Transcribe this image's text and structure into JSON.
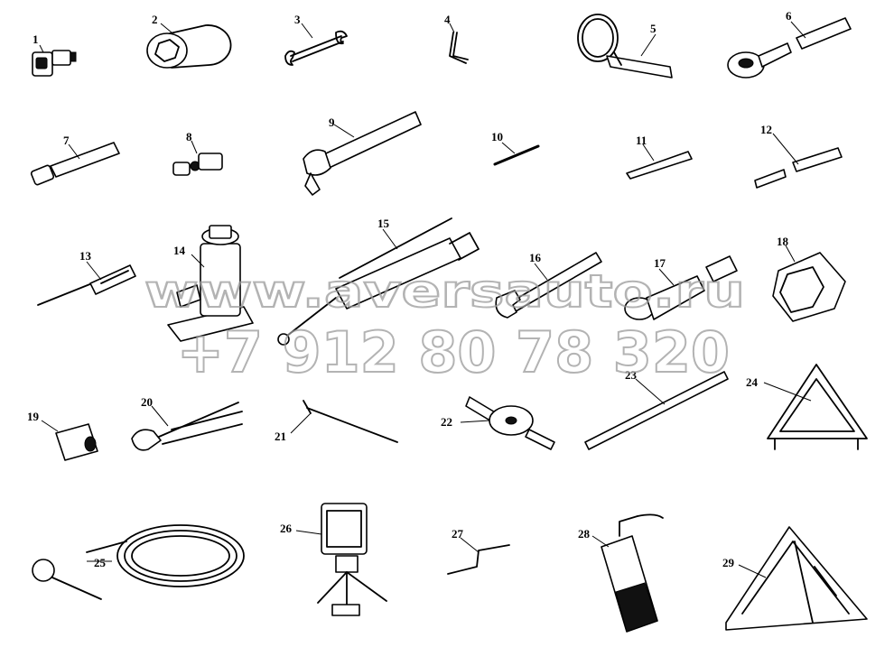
{
  "parts": [
    {
      "number": "1"
    },
    {
      "number": "2"
    },
    {
      "number": "3"
    },
    {
      "number": "4"
    },
    {
      "number": "5"
    },
    {
      "number": "6"
    },
    {
      "number": "7"
    },
    {
      "number": "8"
    },
    {
      "number": "9"
    },
    {
      "number": "10"
    },
    {
      "number": "11"
    },
    {
      "number": "12"
    },
    {
      "number": "13"
    },
    {
      "number": "14"
    },
    {
      "number": "15"
    },
    {
      "number": "16"
    },
    {
      "number": "17"
    },
    {
      "number": "18"
    },
    {
      "number": "19"
    },
    {
      "number": "20"
    },
    {
      "number": "21"
    },
    {
      "number": "22"
    },
    {
      "number": "23"
    },
    {
      "number": "24"
    },
    {
      "number": "25"
    },
    {
      "number": "26"
    },
    {
      "number": "27"
    },
    {
      "number": "28"
    },
    {
      "number": "29"
    }
  ],
  "watermark": {
    "site": "www.aversauto.ru",
    "phone": "+7 912 80 78 320",
    "color": "#9a9a9a"
  }
}
